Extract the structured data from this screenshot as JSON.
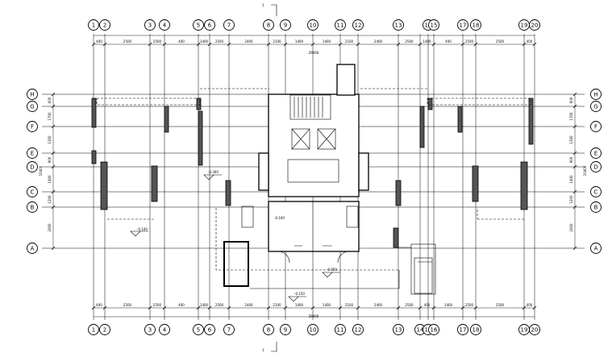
{
  "cut_label": "1",
  "columns": [
    {
      "id": "c1",
      "label": "1"
    },
    {
      "id": "c2",
      "label": "2"
    },
    {
      "id": "c3",
      "label": "3"
    },
    {
      "id": "c4",
      "label": "4"
    },
    {
      "id": "c5",
      "label": "5"
    },
    {
      "id": "c6",
      "label": "6"
    },
    {
      "id": "c7",
      "label": "7"
    },
    {
      "id": "c8",
      "label": "8"
    },
    {
      "id": "c9",
      "label": "9"
    },
    {
      "id": "c10",
      "label": "10"
    },
    {
      "id": "c11",
      "label": "11"
    },
    {
      "id": "c12",
      "label": "12"
    },
    {
      "id": "c13",
      "label": "13"
    },
    {
      "id": "c14",
      "label": "14"
    },
    {
      "id": "c15",
      "label": "15"
    },
    {
      "id": "c16",
      "label": "16"
    },
    {
      "id": "c17",
      "label": "17"
    },
    {
      "id": "c18",
      "label": "18"
    },
    {
      "id": "c19",
      "label": "19"
    },
    {
      "id": "c20",
      "label": "20"
    }
  ],
  "top_column_labels": [
    "1",
    "2",
    "3",
    "4",
    "5",
    "6",
    "7",
    "8",
    "9",
    "10",
    "11",
    "12",
    "13",
    "16",
    "15",
    "17",
    "18",
    "19",
    "20"
  ],
  "bottom_column_labels": [
    "1",
    "2",
    "3",
    "4",
    "5",
    "6",
    "7",
    "8",
    "9",
    "10",
    "11",
    "12",
    "13",
    "14",
    "15",
    "16",
    "17",
    "18",
    "19",
    "20"
  ],
  "rows": [
    {
      "id": "H",
      "label": "H"
    },
    {
      "id": "G",
      "label": "G"
    },
    {
      "id": "F",
      "label": "F"
    },
    {
      "id": "E",
      "label": "E"
    },
    {
      "id": "D",
      "label": "D"
    },
    {
      "id": "C",
      "label": "C"
    },
    {
      "id": "B",
      "label": "B"
    },
    {
      "id": "A",
      "label": "A"
    }
  ],
  "top_dimensions": [
    "400",
    "2500",
    "2500",
    "400",
    "1400",
    "2500",
    "2400",
    "2100",
    "1400",
    "1400",
    "2100",
    "2400",
    "2500",
    "1400",
    "400",
    "2500",
    "2500",
    "400"
  ],
  "top_total": "29000",
  "bottom_dimensions": [
    "400",
    "2500",
    "2500",
    "400",
    "1400",
    "2500",
    "2400",
    "2100",
    "1400",
    "1400",
    "2100",
    "2400",
    "2500",
    "400",
    "1400",
    "2500",
    "2500",
    "400"
  ],
  "bottom_total": "29000",
  "left_dimensions": [
    "600",
    "1700",
    "1300",
    "900",
    "1400",
    "1200",
    "2000"
  ],
  "left_total": "10400",
  "right_dimensions": [
    "600",
    "1700",
    "1300",
    "900",
    "1400",
    "1200",
    "2000"
  ],
  "right_total": "10400",
  "elevations": [
    "-0.100",
    "-0.300",
    "-0.050",
    "-0.150",
    "-0.100"
  ]
}
